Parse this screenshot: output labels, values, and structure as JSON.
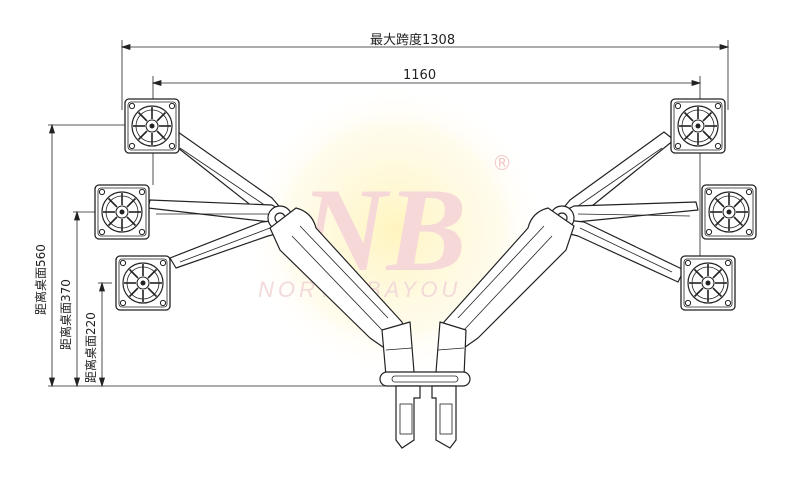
{
  "dimensions": {
    "max_span": "最大跨度1308",
    "span": "1160",
    "height_high": "距离桌面560",
    "height_mid": "距离桌面370",
    "height_low": "距离桌面220"
  },
  "watermark": {
    "logo": "NB",
    "text": "NORTH BAYOU",
    "reg_mark": "®"
  },
  "colors": {
    "line": "#222222",
    "watermark_glow": "#fff6c8",
    "watermark_text": "#f3d5d5"
  }
}
